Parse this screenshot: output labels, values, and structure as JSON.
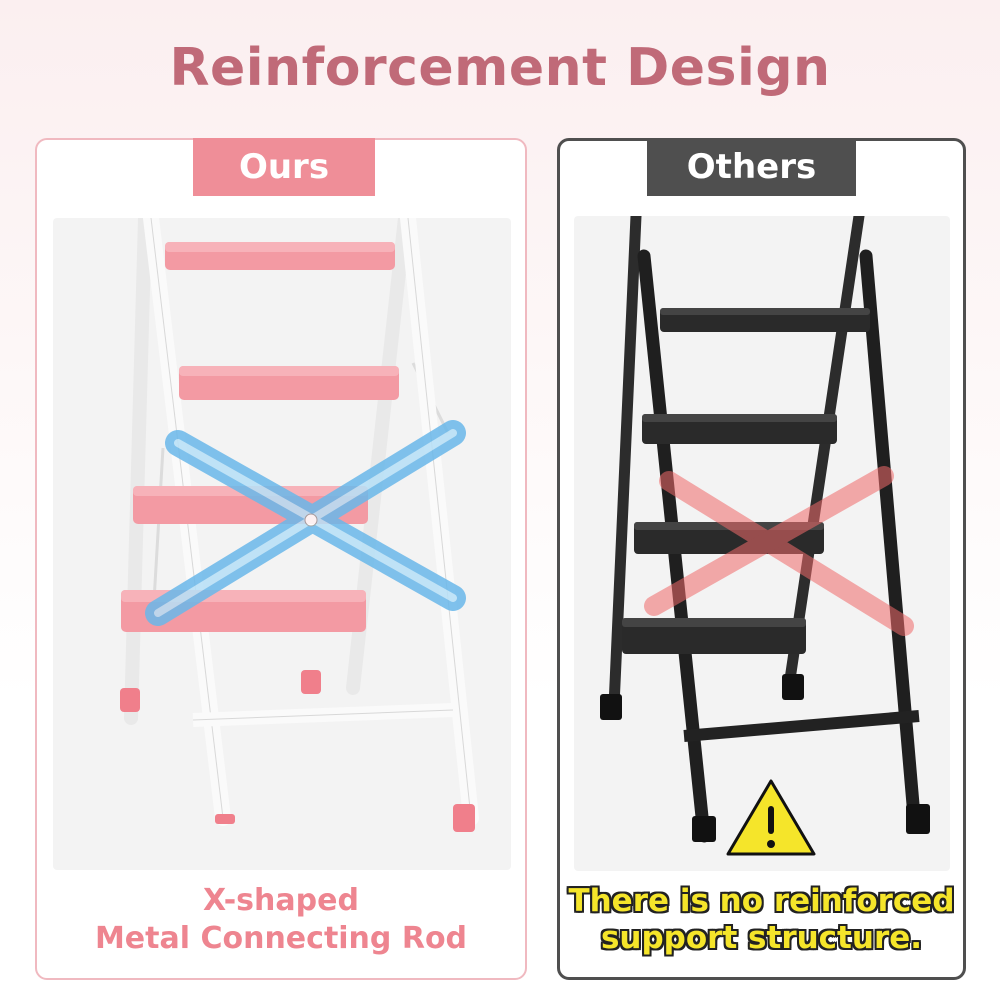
{
  "header": {
    "title": "Reinforcement Design"
  },
  "ours": {
    "tab_label": "Ours",
    "caption_line1": "X-shaped",
    "caption_line2": "Metal Connecting Rod"
  },
  "others": {
    "tab_label": "Others",
    "warning_icon": "warning-triangle-icon",
    "caption_line1": "There is no reinforced",
    "caption_line2": "support structure."
  },
  "colors": {
    "title": "#c06a78",
    "ours_accent": "#ef8e98",
    "others_accent": "#4f4f4f",
    "x_brace": "#7cc3ee",
    "cross_mark": "#f06a6a",
    "warning_yellow": "#f5e52a"
  }
}
